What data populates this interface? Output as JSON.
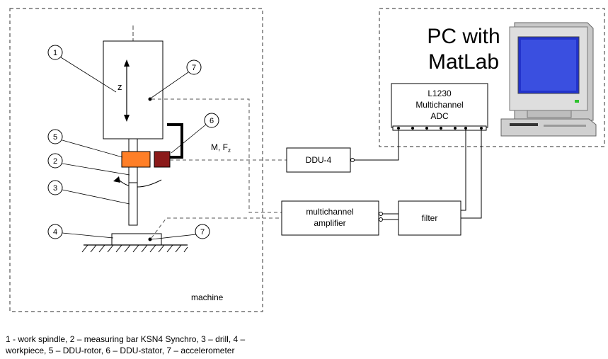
{
  "numbers": {
    "n1": "1",
    "n2": "2",
    "n3": "3",
    "n4": "4",
    "n5": "5",
    "n6": "6",
    "n7a": "7",
    "n7b": "7"
  },
  "labels": {
    "z_axis": "z",
    "force_moment": "M, F",
    "force_sub": "z",
    "machine": "machine",
    "adc_line1": "L1230",
    "adc_line2": "Multichannel",
    "adc_line3": "ADC",
    "ddu4": "DDU-4",
    "amp_line1": "multichannel",
    "amp_line2": "amplifier",
    "filter": "filter",
    "pc_line1": "PC with",
    "pc_line2": "MatLab"
  },
  "caption": {
    "line1": "1 - work spindle, 2 – measuring bar KSN4 Synchro, 3 – drill, 4 –",
    "line2": "workpiece, 5 – DDU-rotor, 6 – DDU-stator, 7 – accelerometer"
  },
  "colors": {
    "rotor": "#ff7f27",
    "stator": "#8b1a1a",
    "monitor_screen": "#2233cc",
    "pc_body": "#d8d8d8"
  }
}
